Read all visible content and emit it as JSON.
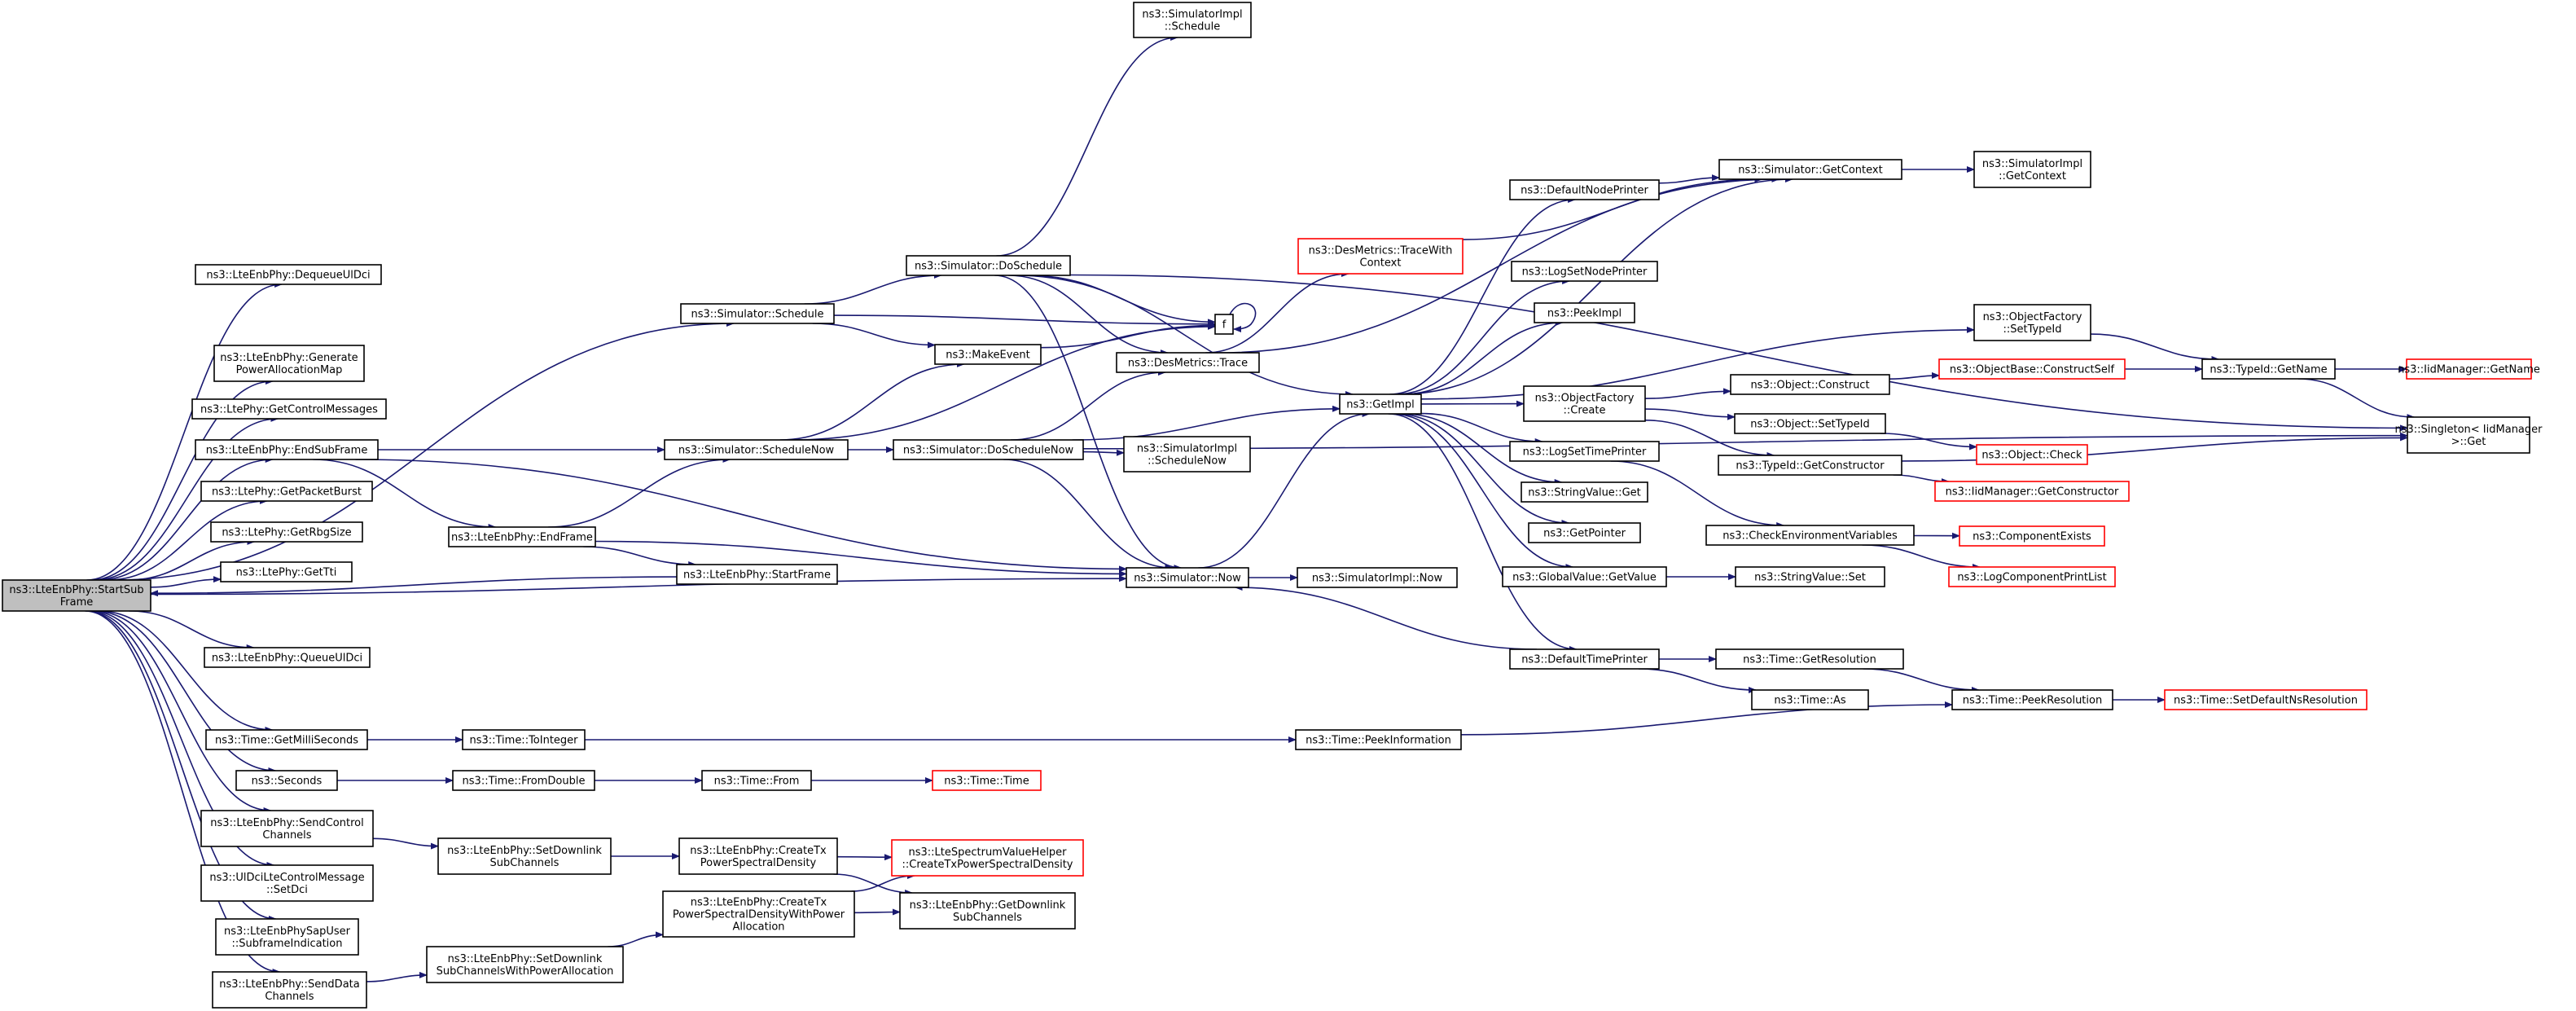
{
  "colors": {
    "edge": "#191970",
    "node_border": "#000000",
    "truncated_border": "#ff0000",
    "root_fill": "#bfbfbf"
  },
  "nodes": {
    "startsub": {
      "lines": [
        "ns3::LteEnbPhy::StartSub",
        "Frame"
      ]
    },
    "dequeueul": {
      "lines": [
        "ns3::LteEnbPhy::DequeueUlDci"
      ]
    },
    "genpam": {
      "lines": [
        "ns3::LteEnbPhy::Generate",
        "PowerAllocationMap"
      ]
    },
    "getctrl": {
      "lines": [
        "ns3::LtePhy::GetControlMessages"
      ]
    },
    "endsub": {
      "lines": [
        "ns3::LteEnbPhy::EndSubFrame"
      ]
    },
    "getpkt": {
      "lines": [
        "ns3::LtePhy::GetPacketBurst"
      ]
    },
    "getrbg": {
      "lines": [
        "ns3::LtePhy::GetRbgSize"
      ]
    },
    "gettti": {
      "lines": [
        "ns3::LtePhy::GetTti"
      ]
    },
    "queueul": {
      "lines": [
        "ns3::LteEnbPhy::QueueUlDci"
      ]
    },
    "getmilli": {
      "lines": [
        "ns3::Time::GetMilliSeconds"
      ]
    },
    "seconds": {
      "lines": [
        "ns3::Seconds"
      ]
    },
    "sendctrl": {
      "lines": [
        "ns3::LteEnbPhy::SendControl",
        "Channels"
      ]
    },
    "setdci": {
      "lines": [
        "ns3::UlDciLteControlMessage",
        "::SetDci"
      ]
    },
    "sapuser": {
      "lines": [
        "ns3::LteEnbPhySapUser",
        "::SubframeIndication"
      ]
    },
    "senddata": {
      "lines": [
        "ns3::LteEnbPhy::SendData",
        "Channels"
      ]
    },
    "schedule": {
      "lines": [
        "ns3::Simulator::Schedule"
      ]
    },
    "schednow": {
      "lines": [
        "ns3::Simulator::ScheduleNow"
      ]
    },
    "endframe": {
      "lines": [
        "ns3::LteEnbPhy::EndFrame"
      ]
    },
    "startframe": {
      "lines": [
        "ns3::LteEnbPhy::StartFrame"
      ]
    },
    "tointeger": {
      "lines": [
        "ns3::Time::ToInteger"
      ]
    },
    "fromdouble": {
      "lines": [
        "ns3::Time::FromDouble"
      ]
    },
    "setdlsub": {
      "lines": [
        "ns3::LteEnbPhy::SetDownlink",
        "SubChannels"
      ]
    },
    "setdlsubpa": {
      "lines": [
        "ns3::LteEnbPhy::SetDownlink",
        "SubChannelsWithPowerAllocation"
      ]
    },
    "implsched": {
      "lines": [
        "ns3::SimulatorImpl",
        "::Schedule"
      ]
    },
    "dosched": {
      "lines": [
        "ns3::Simulator::DoSchedule"
      ]
    },
    "makeevent": {
      "lines": [
        "ns3::MakeEvent"
      ]
    },
    "f": {
      "lines": [
        "f"
      ]
    },
    "trace": {
      "lines": [
        "ns3::DesMetrics::Trace"
      ]
    },
    "doschednow": {
      "lines": [
        "ns3::Simulator::DoScheduleNow"
      ]
    },
    "implschednow": {
      "lines": [
        "ns3::SimulatorImpl",
        "::ScheduleNow"
      ]
    },
    "now": {
      "lines": [
        "ns3::Simulator::Now"
      ]
    },
    "implnow": {
      "lines": [
        "ns3::SimulatorImpl::Now"
      ]
    },
    "timefrom": {
      "lines": [
        "ns3::Time::From"
      ]
    },
    "timetime": {
      "lines": [
        "ns3::Time::Time"
      ]
    },
    "createtx": {
      "lines": [
        "ns3::LteEnbPhy::CreateTx",
        "PowerSpectralDensity"
      ]
    },
    "createtxpa": {
      "lines": [
        "ns3::LteEnbPhy::CreateTx",
        "PowerSpectralDensityWithPower",
        "Allocation"
      ]
    },
    "svhcreate": {
      "lines": [
        "ns3::LteSpectrumValueHelper",
        "::CreateTxPowerSpectralDensity"
      ]
    },
    "getdlsub": {
      "lines": [
        "ns3::LteEnbPhy::GetDownlink",
        "SubChannels"
      ]
    },
    "tracewith": {
      "lines": [
        "ns3::DesMetrics::TraceWith",
        "Context"
      ]
    },
    "getimpl": {
      "lines": [
        "ns3::GetImpl"
      ]
    },
    "peekinfo": {
      "lines": [
        "ns3::Time::PeekInformation"
      ]
    },
    "defnode": {
      "lines": [
        "ns3::DefaultNodePrinter"
      ]
    },
    "lognode": {
      "lines": [
        "ns3::LogSetNodePrinter"
      ]
    },
    "peekimpl": {
      "lines": [
        "ns3::PeekImpl"
      ]
    },
    "ofcreate": {
      "lines": [
        "ns3::ObjectFactory",
        "::Create"
      ]
    },
    "logtime": {
      "lines": [
        "ns3::LogSetTimePrinter"
      ]
    },
    "strget": {
      "lines": [
        "ns3::StringValue::Get"
      ]
    },
    "getpointer": {
      "lines": [
        "ns3::GetPointer"
      ]
    },
    "gvget": {
      "lines": [
        "ns3::GlobalValue::GetValue"
      ]
    },
    "deftime": {
      "lines": [
        "ns3::DefaultTimePrinter"
      ]
    },
    "getcontext": {
      "lines": [
        "ns3::Simulator::GetContext"
      ]
    },
    "implgetctx": {
      "lines": [
        "ns3::SimulatorImpl",
        "::GetContext"
      ]
    },
    "ofsettype": {
      "lines": [
        "ns3::ObjectFactory",
        "::SetTypeId"
      ]
    },
    "objconstruct": {
      "lines": [
        "ns3::Object::Construct"
      ]
    },
    "objsettype": {
      "lines": [
        "ns3::Object::SetTypeId"
      ]
    },
    "tidgetctor": {
      "lines": [
        "ns3::TypeId::GetConstructor"
      ]
    },
    "checkenv": {
      "lines": [
        "ns3::CheckEnvironmentVariables"
      ]
    },
    "strset": {
      "lines": [
        "ns3::StringValue::Set"
      ]
    },
    "getres": {
      "lines": [
        "ns3::Time::GetResolution"
      ]
    },
    "timeas": {
      "lines": [
        "ns3::Time::As"
      ]
    },
    "obconstructself": {
      "lines": [
        "ns3::ObjectBase::ConstructSelf"
      ]
    },
    "objcheck": {
      "lines": [
        "ns3::Object::Check"
      ]
    },
    "iidgetctor": {
      "lines": [
        "ns3::IidManager::GetConstructor"
      ]
    },
    "compexists": {
      "lines": [
        "ns3::ComponentExists"
      ]
    },
    "logcomplist": {
      "lines": [
        "ns3::LogComponentPrintList"
      ]
    },
    "peekres": {
      "lines": [
        "ns3::Time::PeekResolution"
      ]
    },
    "tidgetname": {
      "lines": [
        "ns3::TypeId::GetName"
      ]
    },
    "iidgetname": {
      "lines": [
        "ns3::IidManager::GetName"
      ]
    },
    "singleton": {
      "lines": [
        "ns3::Singleton< IidManager",
        ">::Get"
      ]
    },
    "setdefres": {
      "lines": [
        "ns3::Time::SetDefaultNsResolution"
      ]
    }
  }
}
